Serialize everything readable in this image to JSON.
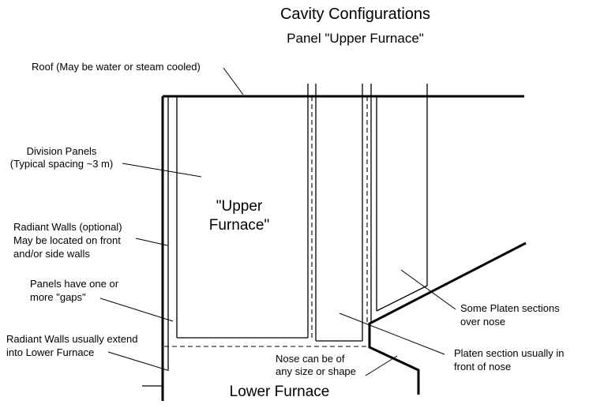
{
  "title": "Cavity Configurations",
  "subtitle": "Panel \"Upper Furnace\"",
  "labels": {
    "roof": "Roof (May be water or steam cooled)",
    "division_panels_1": "Division Panels",
    "division_panels_2": "(Typical spacing ~3 m)",
    "upper_furnace_1": "\"Upper",
    "upper_furnace_2": "Furnace\"",
    "radiant_optional_1": "Radiant Walls (optional)",
    "radiant_optional_2": "May be located on front",
    "radiant_optional_3": "and/or side walls",
    "panels_gaps_1": "Panels have one or",
    "panels_gaps_2": "more \"gaps\"",
    "radiant_extend_1": "Radiant Walls usually extend",
    "radiant_extend_2": "into Lower Furnace",
    "nose_1": "Nose can be of",
    "nose_2": "any size or shape",
    "lower_furnace": "Lower Furnace",
    "platen_over_1": "Some Platen sections",
    "platen_over_2": "over nose",
    "platen_front_1": "Platen section usually in",
    "platen_front_2": "front of nose"
  }
}
